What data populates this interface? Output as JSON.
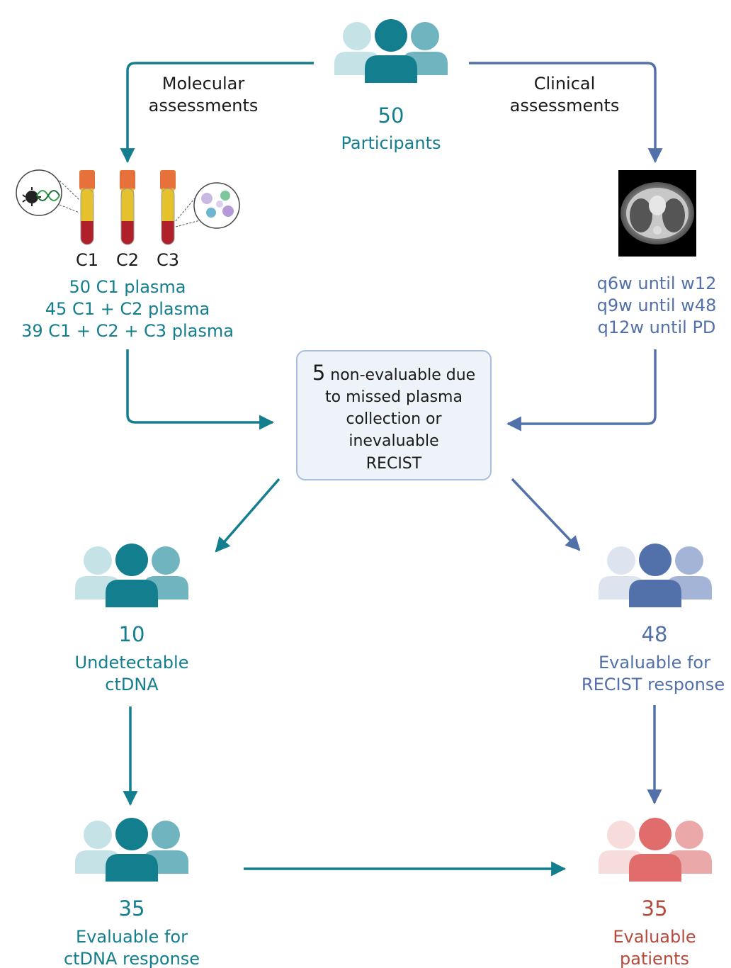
{
  "colors": {
    "teal": "#137e8e",
    "teal_mid": "#6fb4bf",
    "teal_light": "#c5e3e6",
    "slate": "#5270a9",
    "slate_mid": "#a4b4d7",
    "slate_light": "#dde3ef",
    "red": "#e06c6c",
    "red_mid": "#eba8a8",
    "red_light": "#f7dcdc",
    "red_text": "#b54a3c",
    "text_dark": "#1a1a1a",
    "box_fill": "#eef3fa",
    "box_stroke": "#a9bde0"
  },
  "top": {
    "count": "50",
    "label": "Participants"
  },
  "branches": {
    "molecular_line1": "Molecular",
    "molecular_line2": "assessments",
    "clinical_line1": "Clinical",
    "clinical_line2": "assessments"
  },
  "tubes": {
    "labels": [
      "C1",
      "C2",
      "C3"
    ],
    "plasma_line1": "50 C1 plasma",
    "plasma_line2": "45 C1 + C2 plasma",
    "plasma_line3": "39 C1 + C2 + C3 plasma"
  },
  "imaging": {
    "line1": "q6w until w12",
    "line2": "q9w until w48",
    "line3": "q12w until PD"
  },
  "center_box": {
    "count": "5",
    "line1": "non-evaluable due",
    "line2": "to missed plasma",
    "line3": "collection or",
    "line4": "inevaluable",
    "line5": "RECIST"
  },
  "left_mid": {
    "count": "10",
    "line1": "Undetectable",
    "line2": "ctDNA"
  },
  "right_mid": {
    "count": "48",
    "line1": "Evaluable for",
    "line2": "RECIST response"
  },
  "left_bottom": {
    "count": "35",
    "line1": "Evaluable for",
    "line2": "ctDNA response"
  },
  "right_bottom": {
    "count": "35",
    "line1": "Evaluable",
    "line2": "patients"
  }
}
